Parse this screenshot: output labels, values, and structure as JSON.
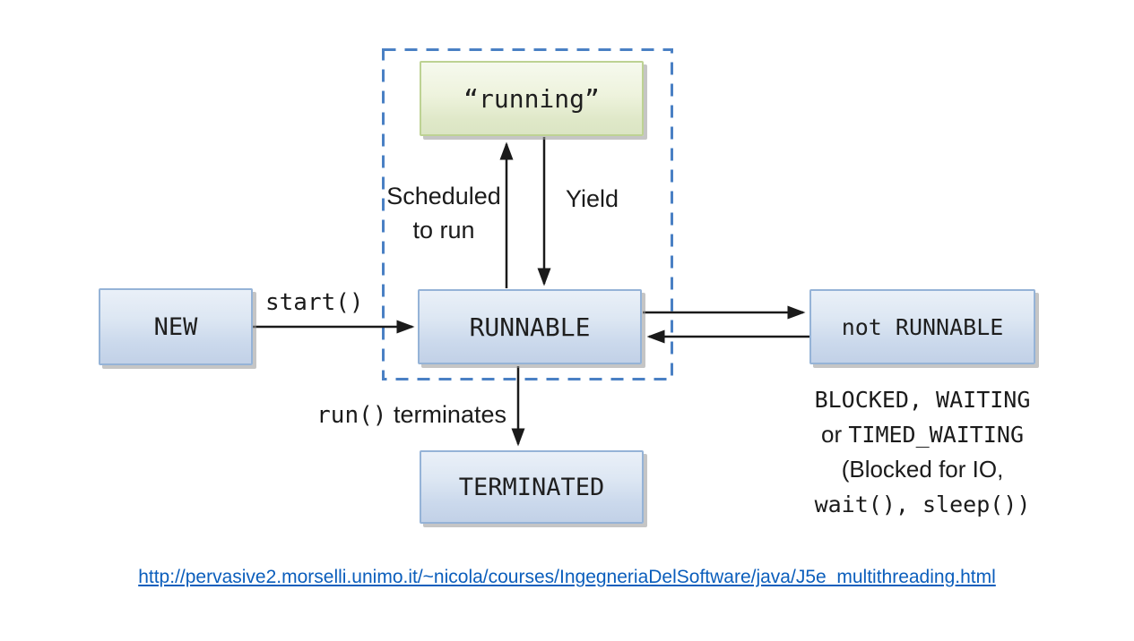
{
  "diagram": {
    "description": "Java thread lifecycle state diagram",
    "nodes": {
      "running": "“running”",
      "new": "NEW",
      "runnable": "RUNNABLE",
      "not_runnable": "not RUNNABLE",
      "terminated": "TERMINATED"
    },
    "edge_labels": {
      "start": "start()",
      "scheduled_line1": "Scheduled",
      "scheduled_line2": "to run",
      "yield": "Yield",
      "run_code": "run()",
      "run_text": "terminates"
    },
    "edges": [
      {
        "from": "NEW",
        "to": "RUNNABLE",
        "label": "start()"
      },
      {
        "from": "RUNNABLE",
        "to": "running",
        "label": "Scheduled to run"
      },
      {
        "from": "running",
        "to": "RUNNABLE",
        "label": "Yield"
      },
      {
        "from": "RUNNABLE",
        "to": "not RUNNABLE",
        "label": ""
      },
      {
        "from": "not RUNNABLE",
        "to": "RUNNABLE",
        "label": ""
      },
      {
        "from": "RUNNABLE",
        "to": "TERMINATED",
        "label": "run() terminates"
      }
    ],
    "note": {
      "line1": "BLOCKED, WAITING",
      "line2_text": "or",
      "line2_code": "TIMED_WAITING",
      "line3": "(Blocked for IO,",
      "line4": "wait(), sleep())"
    },
    "colors": {
      "blue_box_top": "#eaf0f8",
      "blue_box_bottom": "#c2d1e7",
      "blue_box_border": "#95b3d7",
      "green_box_top": "#f6f9ee",
      "green_box_bottom": "#dbe5c4",
      "green_box_border": "#bdd293",
      "dashed_frame": "#4a80c4",
      "arrow": "#1a1a1a",
      "link": "#0b5ebc"
    }
  },
  "footer": {
    "source_url": "http://pervasive2.morselli.unimo.it/~nicola/courses/IngegneriaDelSoftware/java/J5e_multithreading.html"
  }
}
